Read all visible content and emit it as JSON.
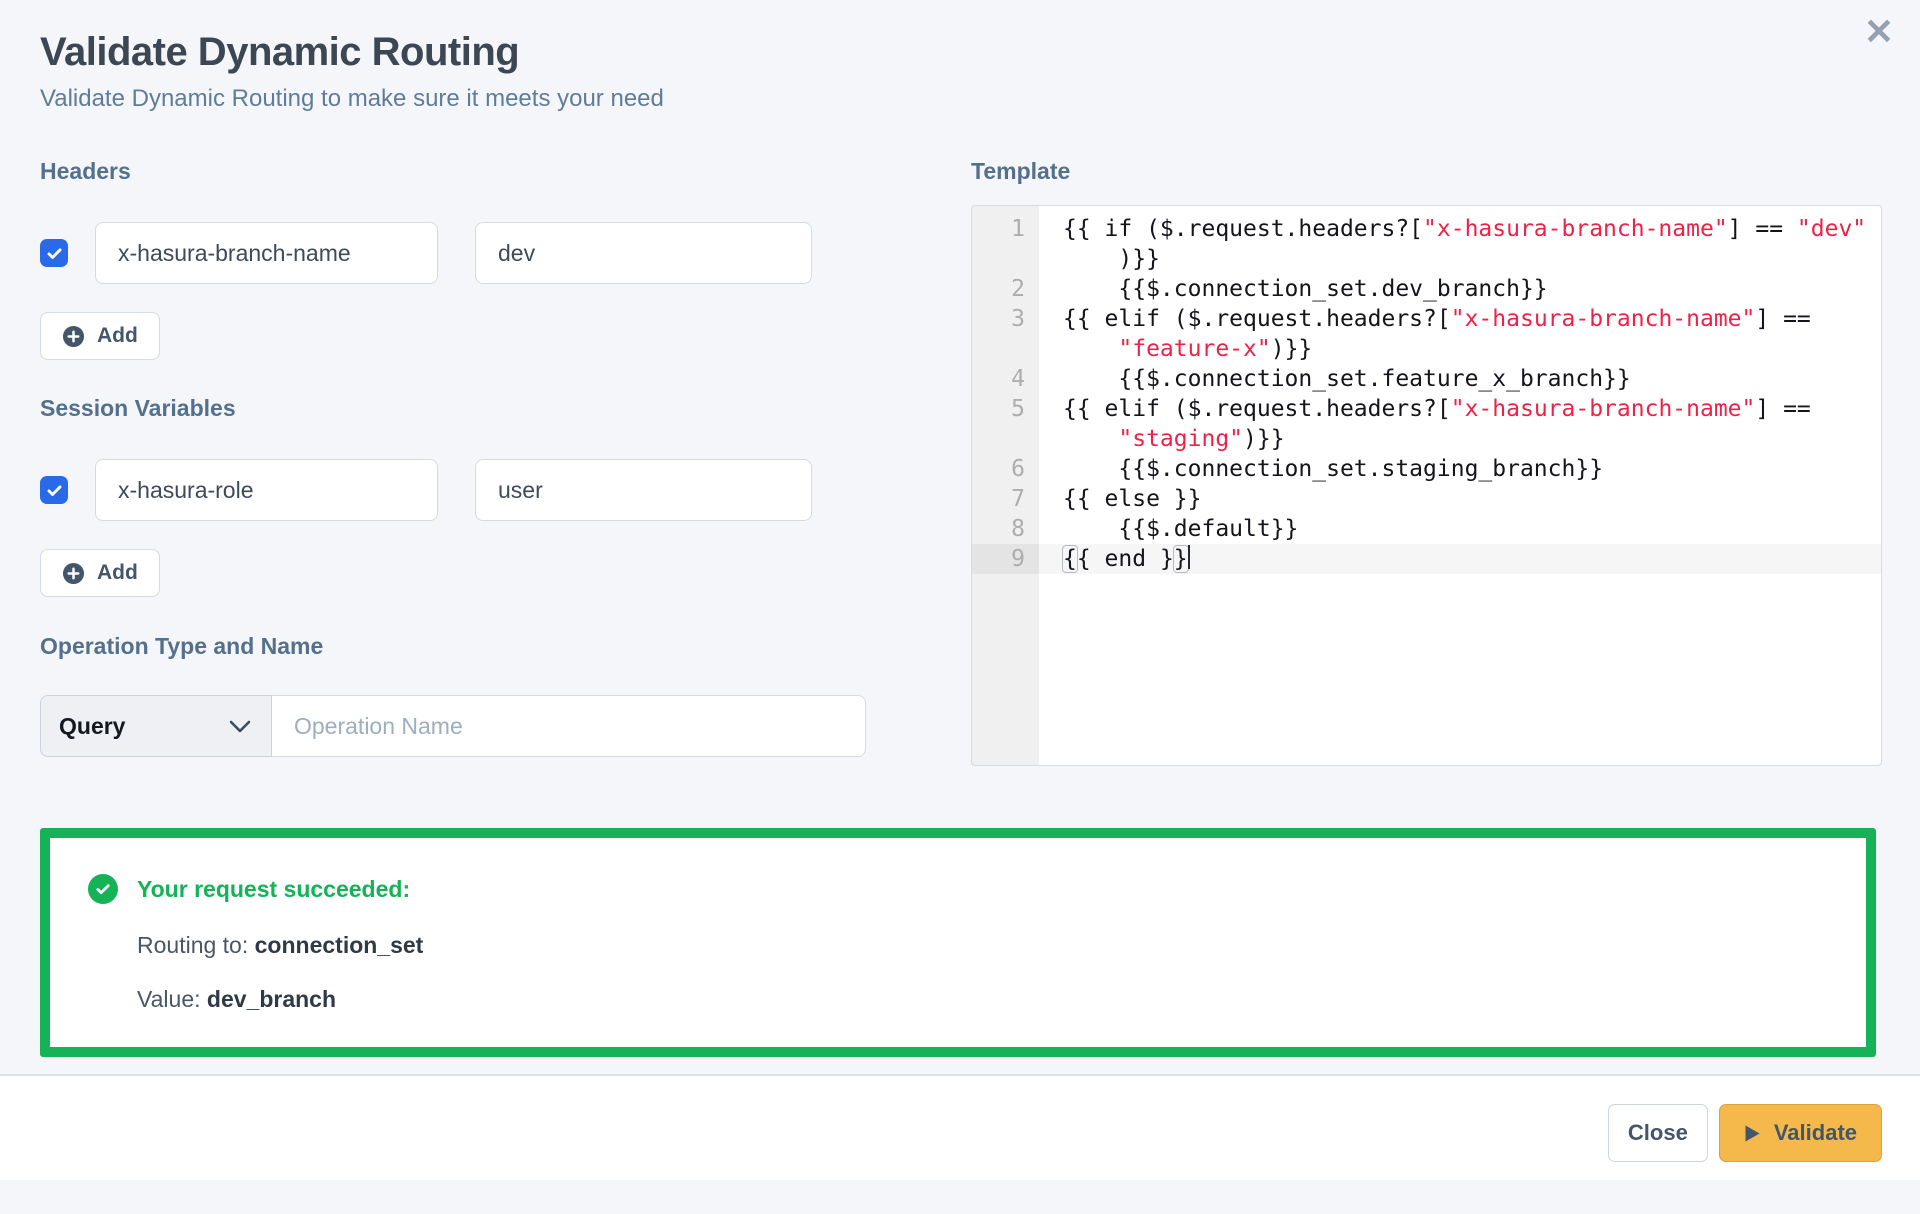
{
  "dialog": {
    "title": "Validate Dynamic Routing",
    "subtitle": "Validate Dynamic Routing to make sure it meets your need",
    "close_glyph": "✕"
  },
  "headers": {
    "label": "Headers",
    "add_label": "Add",
    "rows": [
      {
        "checked": true,
        "key": "x-hasura-branch-name",
        "value": "dev"
      }
    ]
  },
  "session_variables": {
    "label": "Session Variables",
    "add_label": "Add",
    "rows": [
      {
        "checked": true,
        "key": "x-hasura-role",
        "value": "user"
      }
    ]
  },
  "operation": {
    "label": "Operation Type and Name",
    "type_selected": "Query",
    "name_placeholder": "Operation Name",
    "name_value": ""
  },
  "template": {
    "label": "Template",
    "lines": [
      {
        "num": 1,
        "active": false,
        "segments": [
          {
            "text": "{{ if ($.request.headers?[",
            "type": "code"
          },
          {
            "text": "\"x-hasura-branch-name\"",
            "type": "string"
          },
          {
            "text": "] == ",
            "type": "code"
          },
          {
            "text": "\"dev\"",
            "type": "string"
          },
          {
            "text": "\n    )}}",
            "type": "code"
          }
        ]
      },
      {
        "num": 2,
        "active": false,
        "segments": [
          {
            "text": "    {{$.connection_set.dev_branch}}",
            "type": "code"
          }
        ]
      },
      {
        "num": 3,
        "active": false,
        "segments": [
          {
            "text": "{{ elif ($.request.headers?[",
            "type": "code"
          },
          {
            "text": "\"x-hasura-branch-name\"",
            "type": "string"
          },
          {
            "text": "] ==\n    ",
            "type": "code"
          },
          {
            "text": "\"feature-x\"",
            "type": "string"
          },
          {
            "text": ")}}",
            "type": "code"
          }
        ]
      },
      {
        "num": 4,
        "active": false,
        "segments": [
          {
            "text": "    {{$.connection_set.feature_x_branch}}",
            "type": "code"
          }
        ]
      },
      {
        "num": 5,
        "active": false,
        "segments": [
          {
            "text": "{{ elif ($.request.headers?[",
            "type": "code"
          },
          {
            "text": "\"x-hasura-branch-name\"",
            "type": "string"
          },
          {
            "text": "] ==\n    ",
            "type": "code"
          },
          {
            "text": "\"staging\"",
            "type": "string"
          },
          {
            "text": ")}}",
            "type": "code"
          }
        ]
      },
      {
        "num": 6,
        "active": false,
        "segments": [
          {
            "text": "    {{$.connection_set.staging_branch}}",
            "type": "code"
          }
        ]
      },
      {
        "num": 7,
        "active": false,
        "segments": [
          {
            "text": "{{ else }}",
            "type": "code"
          }
        ]
      },
      {
        "num": 8,
        "active": false,
        "segments": [
          {
            "text": "    {{$.default}}",
            "type": "code"
          }
        ]
      },
      {
        "num": 9,
        "active": true,
        "segments": [
          {
            "text": "{",
            "type": "bracket-match"
          },
          {
            "text": "{ end }",
            "type": "code"
          },
          {
            "text": "}",
            "type": "bracket-match"
          },
          {
            "text": "",
            "type": "cursor"
          }
        ]
      }
    ]
  },
  "result": {
    "title": "Your request succeeded:",
    "lines": [
      {
        "label": "Routing to: ",
        "value": "connection_set"
      },
      {
        "label": "Value: ",
        "value": "dev_branch"
      }
    ]
  },
  "footer": {
    "close_label": "Close",
    "validate_label": "Validate"
  },
  "colors": {
    "accent_blue": "#2a6ae8",
    "success_green": "#14b357",
    "string_red": "#ee2248",
    "validate_amber": "#f5b84a"
  }
}
